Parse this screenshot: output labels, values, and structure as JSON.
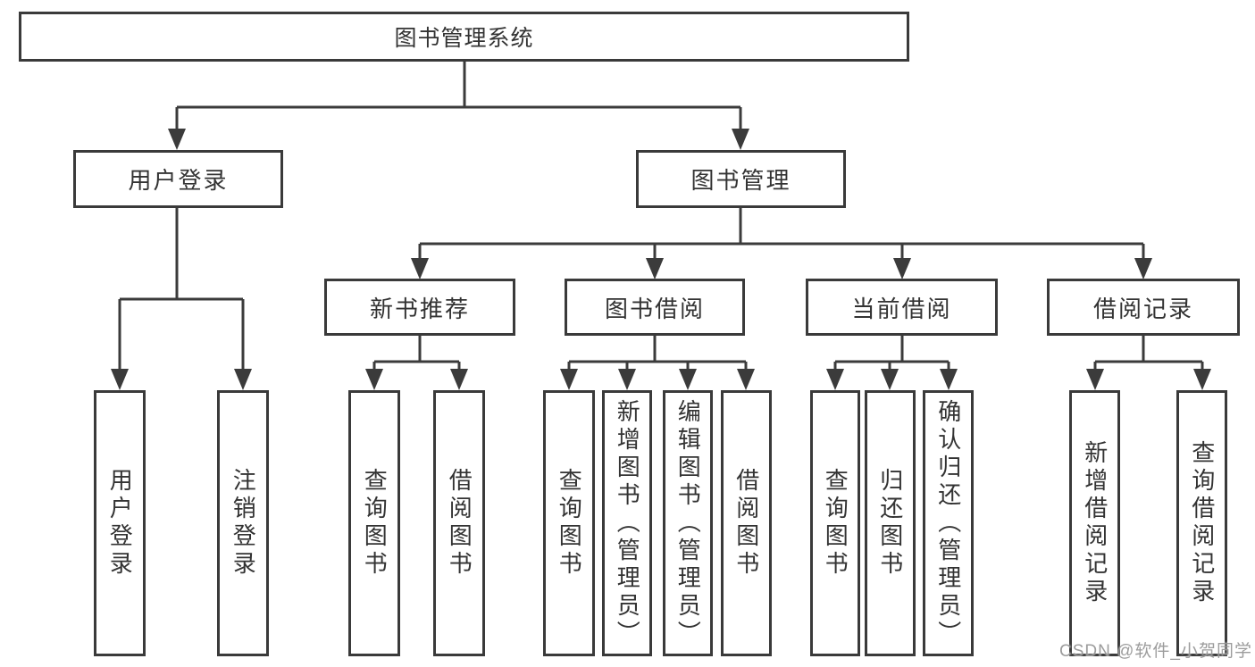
{
  "tree": {
    "root": "图书管理系统",
    "branches": [
      {
        "label": "用户登录",
        "children": [
          "用户登录",
          "注销登录"
        ]
      },
      {
        "label": "图书管理",
        "groups": [
          {
            "label": "新书推荐",
            "children": [
              "查询图书",
              "借阅图书"
            ]
          },
          {
            "label": "图书借阅",
            "children": [
              "查询图书",
              "新增图书（管理员）",
              "编辑图书（管理员）",
              "借阅图书"
            ]
          },
          {
            "label": "当前借阅",
            "children": [
              "查询图书",
              "归还图书",
              "确认归还（管理员）"
            ]
          },
          {
            "label": "借阅记录",
            "children": [
              "新增借阅记录",
              "查询借阅记录"
            ]
          }
        ]
      }
    ]
  },
  "watermark": "CSDN @软件_小贺同学",
  "colors": {
    "background": "#ffffff",
    "box_border": "#3a3a3a",
    "connector_line": "#3b3b3b",
    "text": "#333333",
    "watermark_text": "#949494"
  }
}
